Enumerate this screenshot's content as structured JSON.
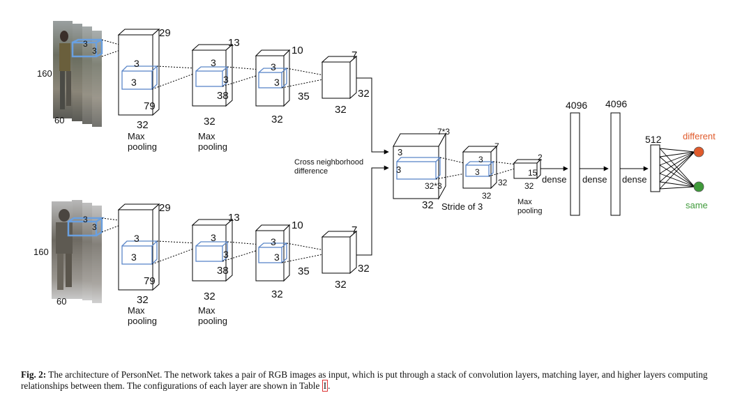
{
  "branch": {
    "input_height": "160",
    "input_width": "60",
    "input_filter_a": "3",
    "input_filter_b": "3",
    "conv1": {
      "depth": "29",
      "filter_a": "3",
      "filter_b": "3",
      "height": "79",
      "width": "32"
    },
    "pool1_label": [
      "Max",
      "pooling"
    ],
    "conv2": {
      "depth": "13",
      "filter_a": "3",
      "filter_b": "3",
      "height": "38",
      "width": "32"
    },
    "pool2_label": [
      "Max",
      "pooling"
    ],
    "conv3": {
      "depth": "10",
      "filter_a": "3",
      "filter_b": "3",
      "height": "35",
      "width": "32"
    },
    "conv4": {
      "depth": "7",
      "height": "32",
      "width": "32"
    }
  },
  "cross": {
    "label": [
      "Cross neighborhood",
      "difference"
    ],
    "depth": "7*3",
    "filter_a": "3",
    "filter_b": "3",
    "height": "32*3",
    "width": "32",
    "stride": "Stride of 3"
  },
  "after": {
    "conv": {
      "depth": "7",
      "filter_a": "3",
      "filter_b": "3",
      "height": "32",
      "width": "32"
    },
    "pool": {
      "depth": "2",
      "height": "15",
      "width": "32"
    },
    "pool_label": [
      "Max",
      "pooling"
    ],
    "dense1": {
      "size": "4096",
      "label": "dense"
    },
    "dense2": {
      "size": "4096",
      "label": "dense"
    },
    "dense3": {
      "size": "512",
      "label": "dense"
    }
  },
  "outputs": {
    "different": {
      "label": "different",
      "color": "#e05a2b"
    },
    "same": {
      "label": "same",
      "color": "#3f9a3a"
    }
  },
  "caption": {
    "fig_label": "Fig. 2:",
    "text_before_ref": " The architecture of PersonNet. The network takes a pair of RGB images as input, which is put through a stack of convolution layers, matching layer, and higher layers computing relationships between them. The configurations of each layer are shown in Table ",
    "ref": "I",
    "text_after_ref": "."
  }
}
